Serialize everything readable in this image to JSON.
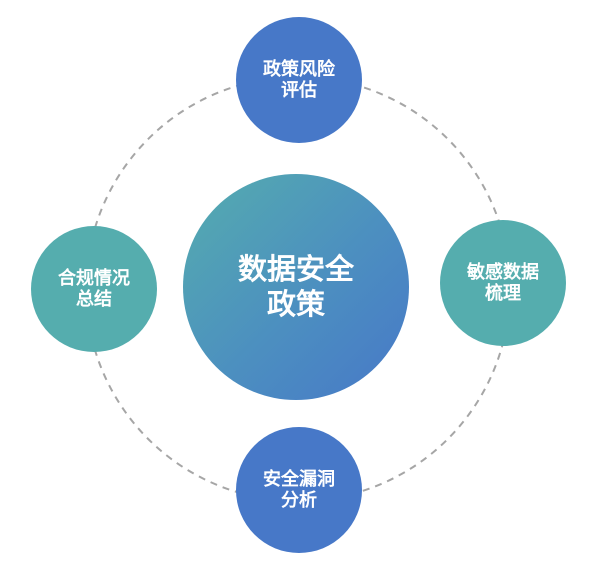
{
  "colors": {
    "blue_node": "#4778c8",
    "teal_node": "#55adae",
    "ring": "#a6a6a6"
  },
  "center": {
    "line1": "数据安全",
    "line2": "政策"
  },
  "nodes": {
    "top": {
      "line1": "政策风险",
      "line2": "评估",
      "color": "#4778c8"
    },
    "right": {
      "line1": "敏感数据",
      "line2": "梳理",
      "color": "#55adae"
    },
    "bottom": {
      "line1": "安全漏洞",
      "line2": "分析",
      "color": "#4778c8"
    },
    "left": {
      "line1": "合规情况",
      "line2": "总结",
      "color": "#55adae"
    }
  }
}
